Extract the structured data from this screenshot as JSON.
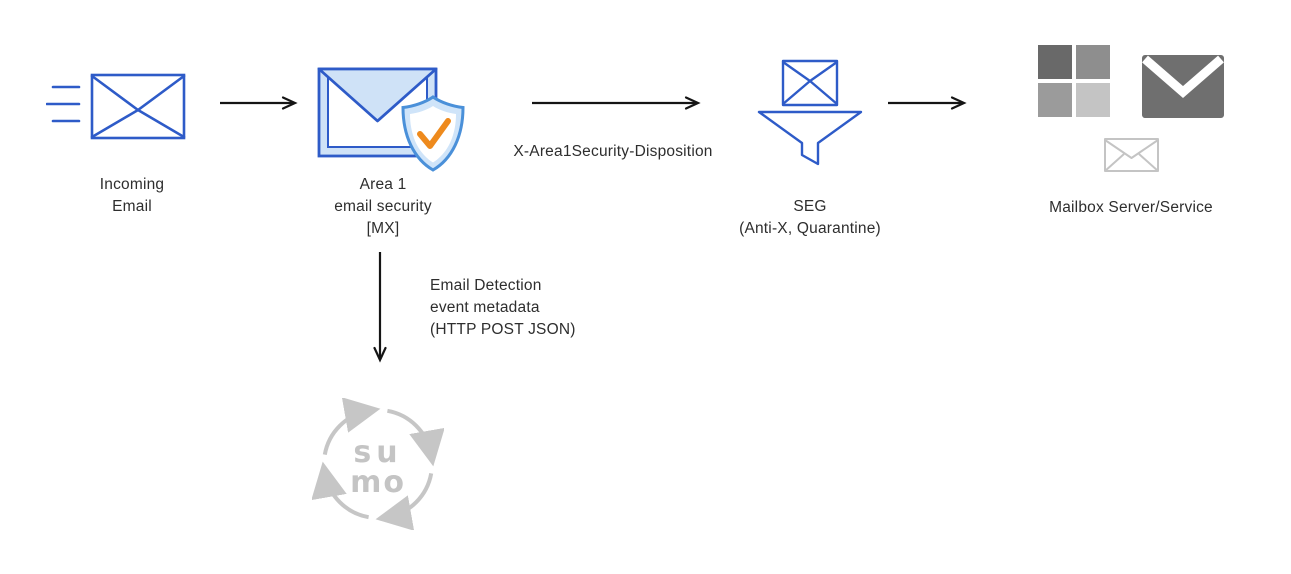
{
  "nodes": {
    "incoming_email": {
      "line1": "Incoming",
      "line2": "Email"
    },
    "area1": {
      "line1": "Area 1",
      "line2": "email security",
      "line3": "[MX]"
    },
    "seg": {
      "line1": "SEG",
      "line2": "(Anti-X, Quarantine)"
    },
    "mailbox": {
      "label": "Mailbox Server/Service"
    },
    "sumo": {
      "text_top": "su",
      "text_bottom": "mo"
    }
  },
  "edges": {
    "disposition_label": "X-Area1Security-Disposition",
    "metadata": {
      "line1": "Email Detection",
      "line2": "event metadata",
      "line3": "(HTTP POST JSON)"
    }
  },
  "colors": {
    "diagram_blue": "#2e5bc8",
    "diagram_blue_light": "#cfe2f7",
    "shield_blue": "#4a90d9",
    "check_orange": "#ee8a1d",
    "arrow_black": "#151515",
    "text_dark": "#2e2e2e",
    "logo_gray": "#c6c6c6",
    "ms_square_1": "#696969",
    "ms_square_2": "#8e8e8e",
    "ms_square_3": "#9b9b9b",
    "ms_square_4": "#c4c4c4",
    "mail_dark_gray": "#6f6f6f"
  }
}
